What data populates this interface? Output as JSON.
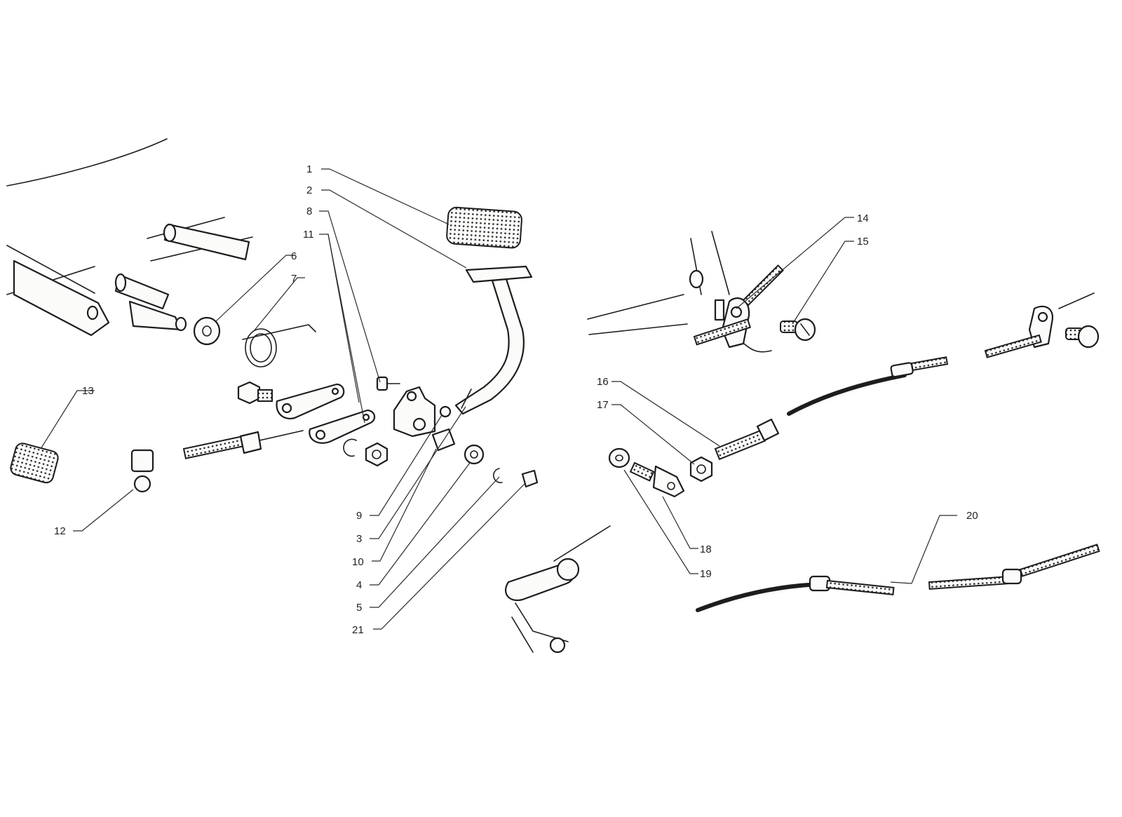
{
  "callouts": [
    {
      "n": "1"
    },
    {
      "n": "2"
    },
    {
      "n": "3"
    },
    {
      "n": "4"
    },
    {
      "n": "5"
    },
    {
      "n": "6"
    },
    {
      "n": "7"
    },
    {
      "n": "8"
    },
    {
      "n": "9"
    },
    {
      "n": "10"
    },
    {
      "n": "11"
    },
    {
      "n": "12"
    },
    {
      "n": "13"
    },
    {
      "n": "14"
    },
    {
      "n": "15"
    },
    {
      "n": "16"
    },
    {
      "n": "17"
    },
    {
      "n": "18"
    },
    {
      "n": "19"
    },
    {
      "n": "20"
    },
    {
      "n": "21"
    }
  ]
}
